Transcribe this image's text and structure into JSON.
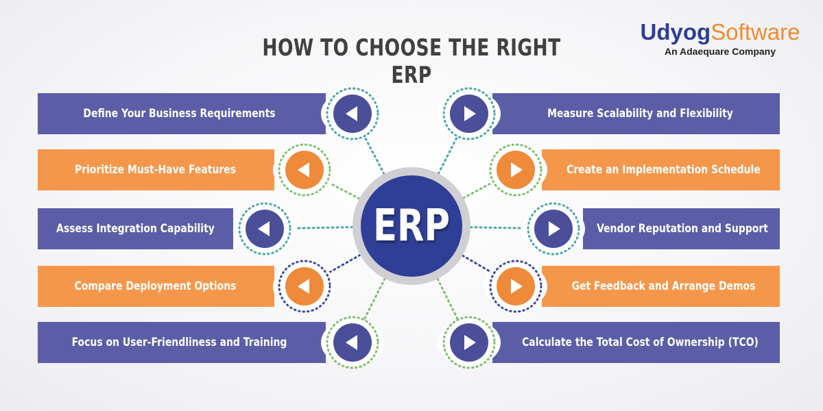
{
  "title": "HOW TO CHOOSE THE RIGHT ERP",
  "logo": {
    "brand_part1": "Udyog",
    "brand_part2": "Software",
    "tagline": "An Adaequare Company"
  },
  "hub": {
    "label": "ERP"
  },
  "left_items": [
    {
      "label": "Define Your Business Requirements",
      "color": "purple"
    },
    {
      "label": "Prioritize Must-Have Features",
      "color": "orange"
    },
    {
      "label": "Assess Integration Capability",
      "color": "purple"
    },
    {
      "label": "Compare Deployment Options",
      "color": "orange"
    },
    {
      "label": "Focus on User-Friendliness and Training",
      "color": "purple"
    }
  ],
  "right_items": [
    {
      "label": "Measure Scalability and Flexibility",
      "color": "purple"
    },
    {
      "label": "Create an Implementation Schedule",
      "color": "orange"
    },
    {
      "label": "Vendor Reputation and Support",
      "color": "purple"
    },
    {
      "label": "Get Feedback and Arrange Demos",
      "color": "orange"
    },
    {
      "label": "Calculate the Total Cost of Ownership (TCO)",
      "color": "purple"
    }
  ],
  "colors": {
    "purple": "#5b5ea6",
    "orange": "#f4974b",
    "purple_dark": "#4b4f99",
    "orange_dark": "#ee8a3a",
    "hub_fill": "#2f3e96",
    "hub_ring": "#cfcfd4",
    "dot_teal": "#4aa8a8",
    "dot_green": "#7cc06b",
    "dot_navy": "#3a4b9c",
    "title": "#404040"
  }
}
